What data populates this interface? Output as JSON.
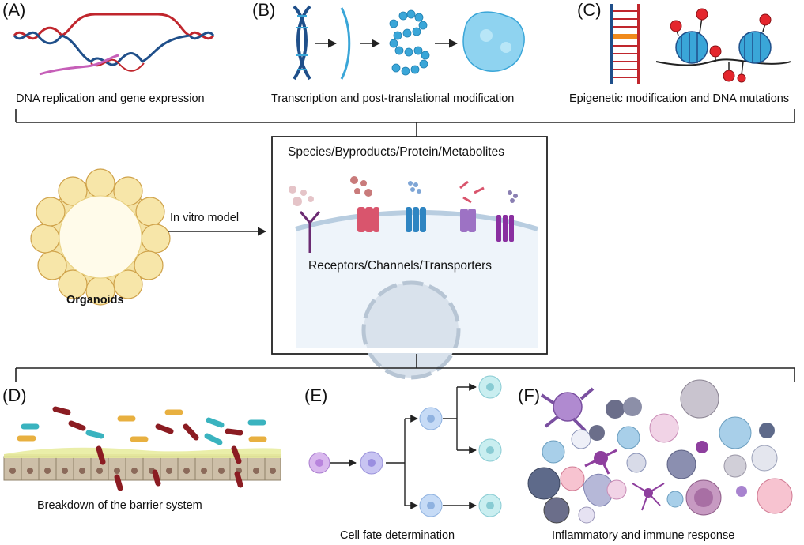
{
  "panels": {
    "A": {
      "letter": "(A)",
      "caption": "DNA replication and gene expression"
    },
    "B": {
      "letter": "(B)",
      "caption": "Transcription and post-translational modification"
    },
    "C": {
      "letter": "(C)",
      "caption": "Epigenetic modification and DNA mutations"
    },
    "D": {
      "letter": "(D)",
      "caption": "Breakdown of the barrier system"
    },
    "E": {
      "letter": "(E)",
      "caption": "Cell fate determination"
    },
    "F": {
      "letter": "(F)",
      "caption": "Inflammatory and immune response"
    }
  },
  "center": {
    "top_label": "Species/Byproducts/Protein/Metabolites",
    "mid_label": "Receptors/Channels/Transporters",
    "arrow_label": "In vitro model",
    "organoid_label": "Organoids"
  },
  "colors": {
    "dna_red": "#c0262d",
    "dna_blue": "#1f4f8a",
    "rna_pink": "#c65fb8",
    "protein_cyan": "#3aa6d8",
    "organoid_yellow": "#f4e3a6",
    "cell_purple": "#c9a6e6",
    "cell_blue": "#b9d3f2",
    "cell_teal": "#bfe7ea",
    "line": "#222222"
  }
}
